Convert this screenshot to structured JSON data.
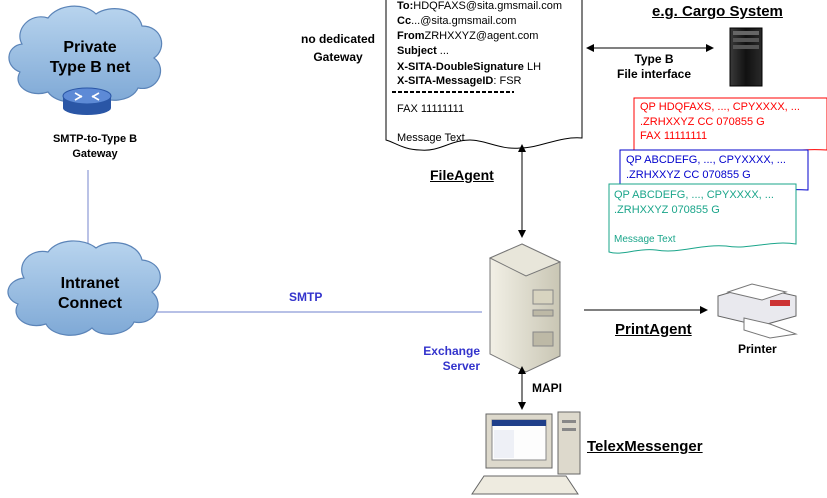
{
  "private_net": {
    "line1": "Private",
    "line2": "Type B net"
  },
  "gateway": {
    "line1": "SMTP-to-Type B",
    "line2": "Gateway"
  },
  "intranet": {
    "line1": "Intranet",
    "line2": "Connect"
  },
  "smtp_label": "SMTP",
  "no_gateway": {
    "line1": "no dedicated",
    "line2": "Gateway"
  },
  "email_doc": {
    "to_label": "To:",
    "to_value": "HDQFAXS@sita.gmsmail.com",
    "cc_label": "Cc",
    "cc_value": "...@sita.gmsmail.com",
    "from_label": "From",
    "from_value": "ZRHXXYZ@agent.com",
    "subject_label": "Subject",
    "subject_value": " ...",
    "sig_label": "X-SITA-DoubleSignature",
    "sig_value": " LH",
    "msgid_label": "X-SITA-MessageID",
    "msgid_value": ": FSR",
    "fax_line": "FAX 11111111",
    "message_text": "Message Text"
  },
  "cargo_system": "e.g. Cargo System",
  "type_b": {
    "line1": "Type B",
    "line2": "File interface"
  },
  "file_agent": "FileAgent",
  "exchange": {
    "line1": "Exchange",
    "line2": "Server"
  },
  "mapi": "MAPI",
  "print_agent": "PrintAgent",
  "printer": "Printer",
  "telex_messenger": "TelexMessenger",
  "msg_red": {
    "line1": "QP HDQFAXS, ..., CPYXXXX, ...",
    "line2": ".ZRHXXYZ  CC  070855  G",
    "line3": "FAX 11111111"
  },
  "msg_blue": {
    "line1": "QP ABCDEFG, ..., CPYXXXX, ...",
    "line2": ".ZRHXXYZ  CC  070855  G"
  },
  "msg_teal": {
    "line1": "QP ABCDEFG, ..., CPYXXXX, ...",
    "line2": ".ZRHXXYZ  070855  G",
    "line3": "Message Text"
  },
  "colors": {
    "red": "#ff0000",
    "blue": "#0000cc",
    "teal": "#1aa58a",
    "label_blue": "#3333cc",
    "cloud": "#9bc2e6",
    "line": "#8c9ad6"
  }
}
